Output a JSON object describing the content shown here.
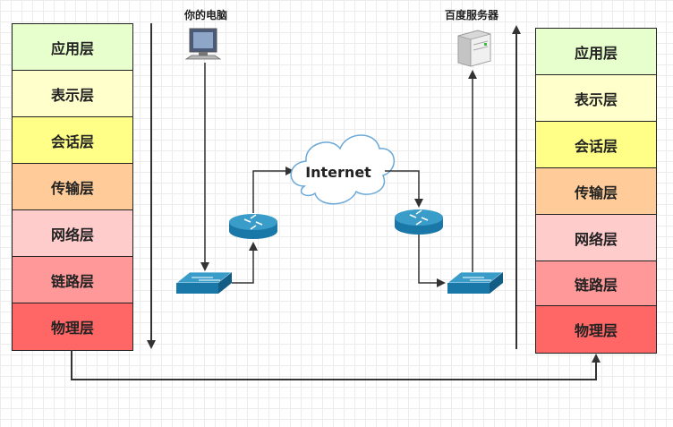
{
  "left_stack": {
    "layers": [
      {
        "label": "应用层",
        "color": "#e6ffcc"
      },
      {
        "label": "表示层",
        "color": "#ffffcc"
      },
      {
        "label": "会话层",
        "color": "#ffff88"
      },
      {
        "label": "传输层",
        "color": "#ffcc99"
      },
      {
        "label": "网络层",
        "color": "#ffcccc"
      },
      {
        "label": "链路层",
        "color": "#ff9999"
      },
      {
        "label": "物理层",
        "color": "#ff6666"
      }
    ]
  },
  "right_stack": {
    "layers": [
      {
        "label": "应用层",
        "color": "#e6ffcc"
      },
      {
        "label": "表示层",
        "color": "#ffffcc"
      },
      {
        "label": "会话层",
        "color": "#ffff88"
      },
      {
        "label": "传输层",
        "color": "#ffcc99"
      },
      {
        "label": "网络层",
        "color": "#ffcccc"
      },
      {
        "label": "链路层",
        "color": "#ff9999"
      },
      {
        "label": "物理层",
        "color": "#ff6666"
      }
    ]
  },
  "nodes": {
    "your_pc": "你的电脑",
    "baidu_server": "百度服务器",
    "internet": "Internet"
  },
  "colors": {
    "device_blue": "#1a78a8",
    "device_top": "#3a9cc9",
    "arrow": "#333333"
  }
}
